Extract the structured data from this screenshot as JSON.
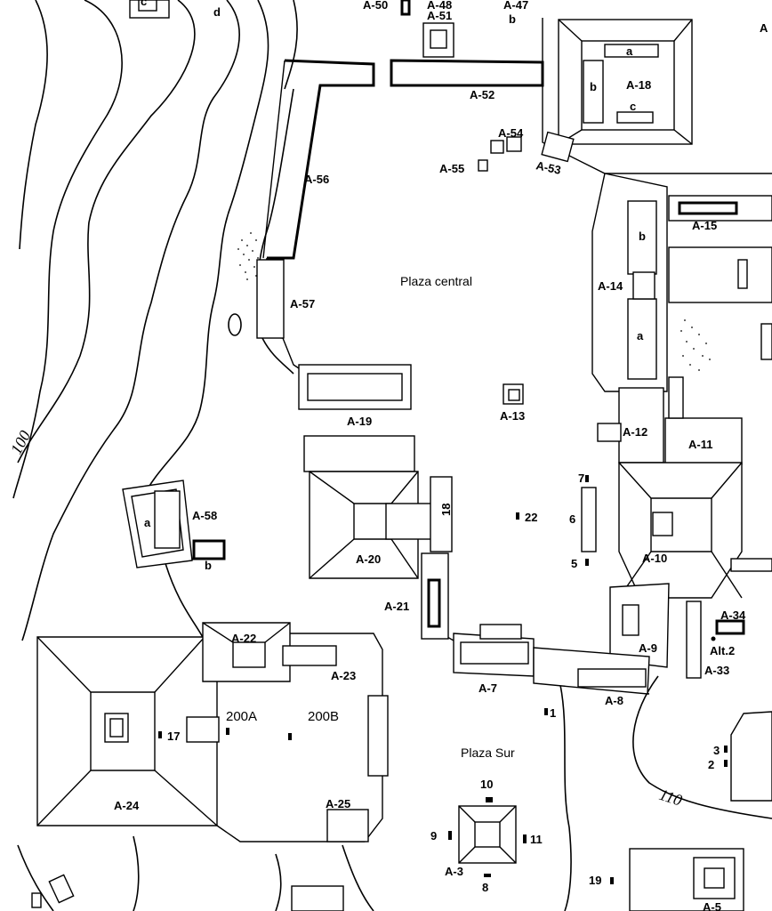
{
  "labels": {
    "plaza_central": "Plaza central",
    "plaza_sur": "Plaza Sur",
    "a50": "A-50",
    "a48": "A-48",
    "a51": "A-51",
    "a47": "A-47",
    "a47b": "b",
    "a18": "A-18",
    "a18a": "a",
    "a18b": "b",
    "a18c": "c",
    "a52": "A-52",
    "a54": "A-54",
    "a55": "A-55",
    "a53": "A-53",
    "a56": "A-56",
    "a15": "A-15",
    "a14": "A-14",
    "a14a": "a",
    "a14b": "b",
    "a57": "A-57",
    "a13": "A-13",
    "a19": "A-19",
    "a12": "A-12",
    "a11": "A-11",
    "a58": "A-58",
    "a58a": "a",
    "a58b": "b",
    "a20": "A-20",
    "s18": "18",
    "s22": "22",
    "s7": "7",
    "s6": "6",
    "s5": "5",
    "a10": "A-10",
    "a21": "A-21",
    "a9": "A-9",
    "a34": "A-34",
    "alt2": "Alt.2",
    "a33": "A-33",
    "a22": "A-22",
    "a23": "A-23",
    "a7": "A-7",
    "a8": "A-8",
    "s200a": "200A",
    "s200b": "200B",
    "s17": "17",
    "s1": "1",
    "a24": "A-24",
    "a25": "A-25",
    "s3": "3",
    "s2": "2",
    "s10": "10",
    "s9": "9",
    "s11": "11",
    "a3": "A-3",
    "s8": "8",
    "s19": "19",
    "a5": "A-5",
    "cd_c": "c",
    "cd_d": "d",
    "edge_a": "A",
    "c100": "100",
    "c110": "110"
  },
  "colors": {
    "ink": "#000000",
    "paper": "#ffffff"
  }
}
